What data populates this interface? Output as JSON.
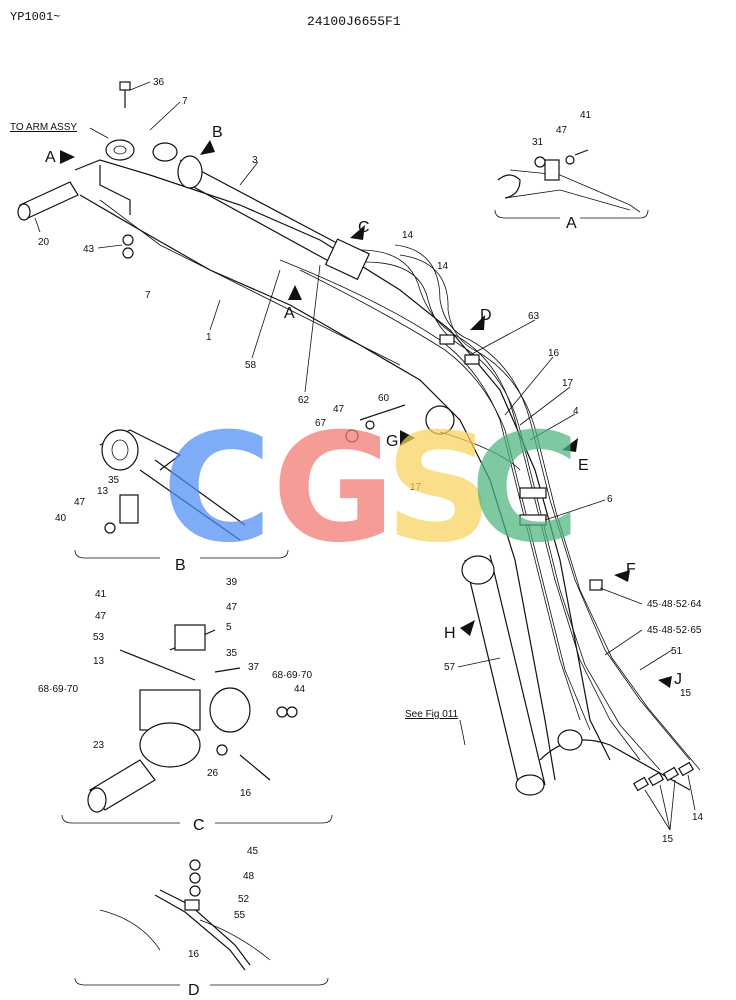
{
  "header": {
    "model": "YP1001~",
    "part_number": "24100J6655F1"
  },
  "note": {
    "to_arm": "TO ARM ASSY",
    "see_fig": "See Fig 011"
  },
  "detail_labels": {
    "a": "A",
    "b": "B",
    "c": "C",
    "d": "D"
  },
  "callout_letters": {
    "a1": "A",
    "a2": "A",
    "b": "B",
    "c": "C",
    "d": "D",
    "e": "E",
    "f": "F",
    "g": "G",
    "h": "H",
    "j": "J"
  },
  "parts": {
    "p36": "36",
    "p7a": "7",
    "p7b": "7",
    "p3": "3",
    "p20": "20",
    "p43": "43",
    "p1": "1",
    "p58": "58",
    "p62": "62",
    "p14a": "14",
    "p14b": "14",
    "p63": "63",
    "p16": "16",
    "p17a": "17",
    "p4": "4",
    "p60": "60",
    "p47a": "47",
    "p67": "67",
    "p17b": "17",
    "p6": "6",
    "p4548526a": "45·48·52·64",
    "p4548526b": "45·48·52·65",
    "p51": "51",
    "p15a": "15",
    "p57": "57",
    "p15b": "15",
    "p14c": "14",
    "p41a": "41",
    "p31": "31",
    "p47b": "47",
    "p35a": "35",
    "p13a": "13",
    "p47c": "47",
    "p40": "40",
    "p39": "39",
    "p41b": "41",
    "p47d": "47",
    "p47e": "47",
    "p5": "5",
    "p53": "53",
    "p35b": "35",
    "p13b": "13",
    "p37": "37",
    "p686970a": "68·69·70",
    "p686970b": "68·69·70",
    "p44": "44",
    "p23": "23",
    "p26": "26",
    "p16b": "16",
    "p45": "45",
    "p48": "48",
    "p52": "52",
    "p55": "55",
    "p16c": "16"
  },
  "watermark": {
    "c1": "C",
    "g": "G",
    "s": "S",
    "c2": "C"
  },
  "colors": {
    "blue": "#4f8df5",
    "red": "#f2776f",
    "yellow": "#f9d25c",
    "green": "#4fb57f"
  }
}
